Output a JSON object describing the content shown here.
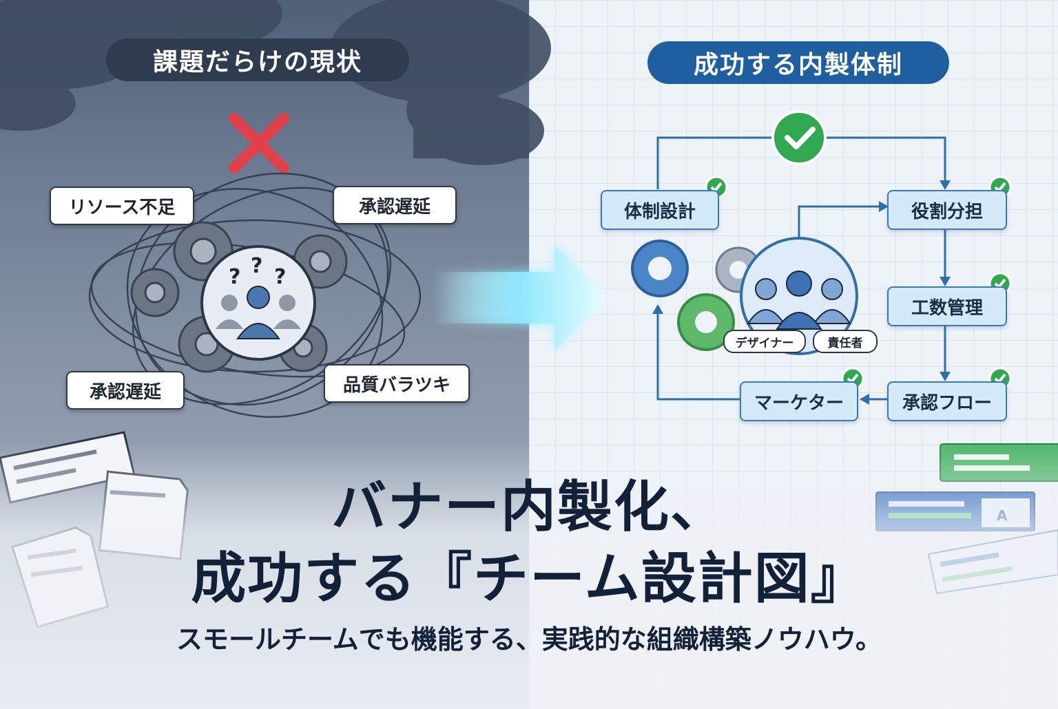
{
  "left": {
    "heading": "課題だらけの現状",
    "tags": [
      "リソース不足",
      "承認遅延",
      "承認遅延",
      "品質バラツキ"
    ]
  },
  "right": {
    "heading": "成功する内製体制",
    "nodes": {
      "design": "体制設計",
      "roles": "役割分担",
      "effort": "工数管理",
      "approval": "承認フロー",
      "marketer": "マーケター"
    },
    "people": [
      "デザイナー",
      "責任者"
    ]
  },
  "title": {
    "line1": "バナー内製化、",
    "line2": "成功する『チーム設計図』"
  },
  "subtitle": "スモールチームでも機能する、実践的な組織構築ノウハウ。",
  "colors": {
    "left_bg": "#6d7c92",
    "right_bg": "#eef3f8",
    "accent_blue": "#1f5fa0",
    "check_green": "#2fa84f",
    "cross_red": "#e0404a"
  }
}
